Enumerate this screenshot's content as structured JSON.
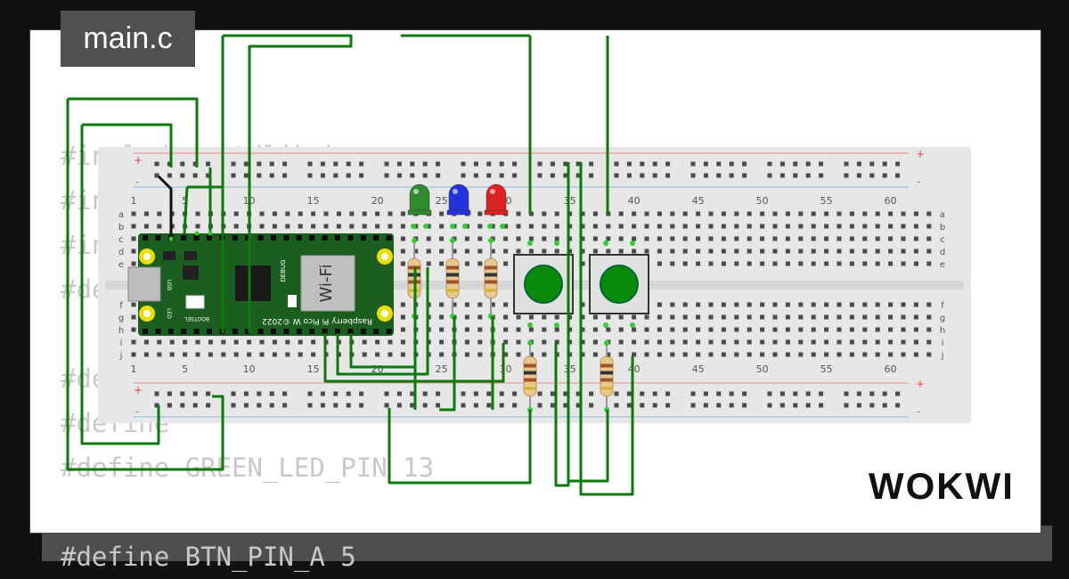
{
  "file_tab": {
    "label": "main.c"
  },
  "brand": {
    "name": "WOKWI"
  },
  "code_lines": [
    "#include <stdlib.h>",
    "#include",
    "#include",
    "#define",
    "",
    "#define",
    "#define",
    "#define GREEN_LED_PIN 13",
    "",
    "#define BTN_PIN_A 5"
  ],
  "breadboard": {
    "column_numbers": [
      "1",
      "5",
      "10",
      "15",
      "20",
      "25",
      "30",
      "35",
      "40",
      "45",
      "50",
      "55",
      "60"
    ],
    "row_letters_top": [
      "a",
      "b",
      "c",
      "d",
      "e"
    ],
    "row_letters_bottom": [
      "f",
      "g",
      "h",
      "i",
      "j"
    ],
    "rail_plus": "+",
    "rail_minus": "-"
  },
  "pico": {
    "wifi_label": "Wi-Fi",
    "model_label": "Raspberry Pi Pico W ©2022",
    "debug_label": "DEBUG",
    "usb_label": "USB",
    "led_label": "LED",
    "bootsel_label": "BOOTSEL"
  },
  "leds": [
    {
      "color": "green",
      "hex": "#2e8b2e"
    },
    {
      "color": "blue",
      "hex": "#2233dd"
    },
    {
      "color": "red",
      "hex": "#dd2222"
    }
  ],
  "colors": {
    "wire": "#0b7a0b",
    "breadboard": "#e7e7e7",
    "pico_board": "#1b5e20",
    "button_cap": "#0a8a0a"
  }
}
